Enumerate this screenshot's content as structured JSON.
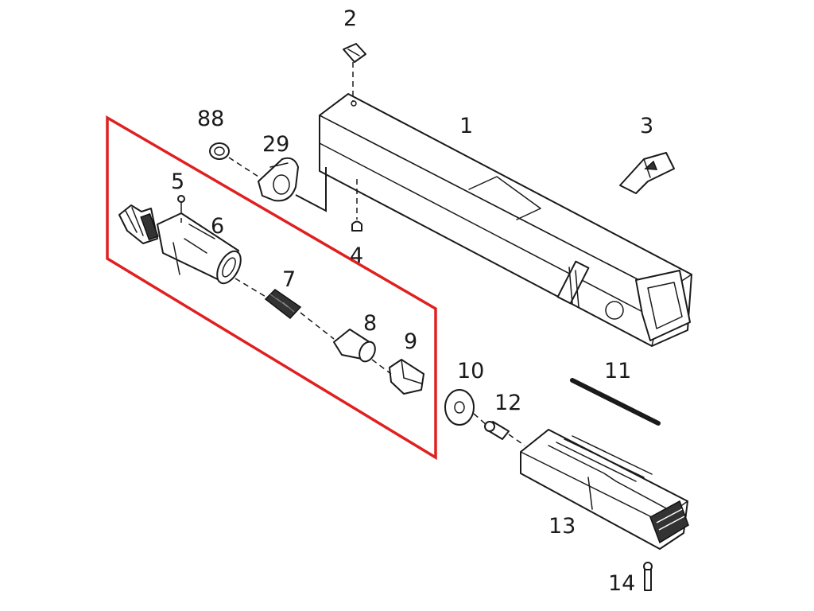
{
  "diagram": {
    "callouts": {
      "c1": "1",
      "c2": "2",
      "c3": "3",
      "c4": "4",
      "c5": "5",
      "c6": "6",
      "c7": "7",
      "c8": "8",
      "c9": "9",
      "c10": "10",
      "c11": "11",
      "c12": "12",
      "c13": "13",
      "c14": "14",
      "c29": "29",
      "c88": "88"
    },
    "colors": {
      "highlight": "#e02020",
      "line": "#1a1a1a",
      "background": "#ffffff"
    }
  }
}
